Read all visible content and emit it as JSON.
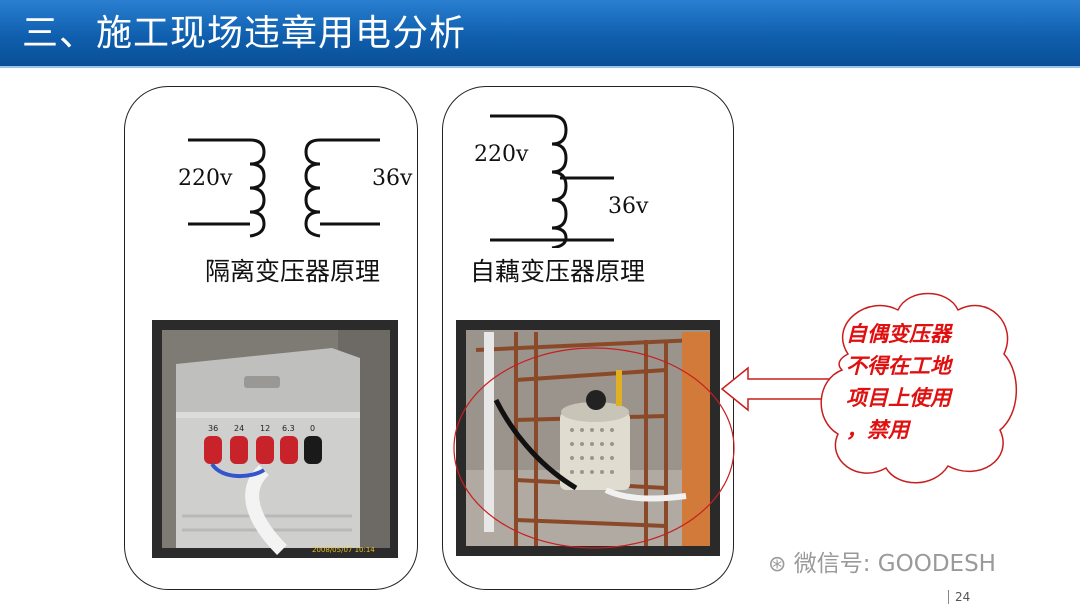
{
  "header": {
    "title": "三、施工现场违章用电分析"
  },
  "left_panel": {
    "primary_voltage": "220v",
    "secondary_voltage": "36v",
    "caption": "隔离变压器原理",
    "photo_terminals": [
      "36",
      "24",
      "12",
      "6.3",
      "0"
    ],
    "photo_timestamp": "2008/05/07 10:14"
  },
  "right_panel": {
    "primary_voltage": "220v",
    "secondary_voltage": "36v",
    "caption": "自藕变压器原理"
  },
  "callout": {
    "lines": [
      "自偶变压器",
      "不得在工地",
      "项目上使用",
      "，禁用"
    ]
  },
  "watermark": {
    "text": "微信号: GOODESH"
  },
  "footer": {
    "page_number": "24"
  },
  "colors": {
    "header_blue": "#0f5fae",
    "callout_red": "#e01010"
  }
}
